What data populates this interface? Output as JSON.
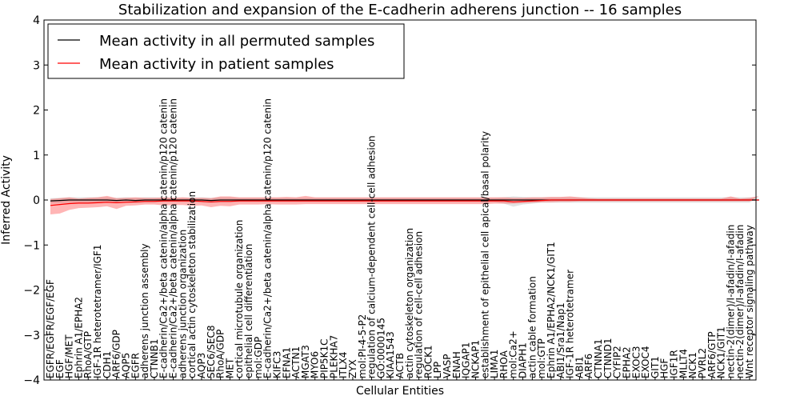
{
  "chart_data": {
    "type": "line",
    "title": "Stabilization and expansion of the E-cadherin adherens junction -- 16 samples",
    "xlabel": "Cellular Entities",
    "ylabel": "Inferred Activity",
    "ylim": [
      -4,
      4
    ],
    "yticks": [
      "−4",
      "−3",
      "−2",
      "−1",
      "0",
      "1",
      "2",
      "3",
      "4"
    ],
    "grid": false,
    "legend_position": "top-left",
    "categories": [
      "EGFR/EGFR/EGF/EGF",
      "EGF",
      "HGF/MET",
      "Ephrin A1/EPHA2",
      "RhoA/GTP",
      "IGF-1R heterotetramer/IGF1",
      "CDH1",
      "ARF6/GDP",
      "AQP5",
      "EGFR",
      "adherens junction assembly",
      "CTNNB1",
      "E-cadherin/Ca2+/beta catenin/alpha catenin/p120 catenin",
      "E-cadherin/Ca2+/beta catenin/alpha catenin/p120 catenin",
      "adherens junction organization",
      "cortical actin cytoskeleton stabilization",
      "AQP3",
      "SEC6/SEC8",
      "RhoA/GDP",
      "MET",
      "cortical microtubule organization",
      "epithelial cell differentiation",
      "mol:GDP",
      "E-cadherin/Ca2+/beta catenin/alpha catenin/p120 catenin",
      "KIFC3",
      "EFNA1",
      "ACTN1",
      "MGAT3",
      "MYO6",
      "PIP5K1C",
      "PLEKHA7",
      "ITLX4",
      "ZYX",
      "mol:PI-4-5-P2",
      "regulation of calcium-dependent cell-cell adhesion",
      "GO:0000145",
      "KIAA1543",
      "ACTB",
      "actin cytoskeleton organization",
      "regulation of cell-cell adhesion",
      "ROCK1",
      "LPP",
      "VASP",
      "ENAH",
      "IQGAP1",
      "NCKAP1",
      "establishment of epithelial cell apical/basal polarity",
      "LIMA1",
      "RHOA",
      "mol:Ca2+",
      "DIAPH1",
      "actin cable formation",
      "mol:GTP",
      "Ephrin A1/EPHA2/NCK1/GIT1",
      "ABI1/Sra1/Nap1",
      "IGF-1R heterotetramer",
      "ABI1",
      "ARF6",
      "CTNNA1",
      "CTNND1",
      "CYFIP2",
      "EPHA2",
      "EXOC3",
      "EXOC4",
      "GIT1",
      "HGF",
      "IGF1R",
      "MLLT4",
      "NCK1",
      "PVRL2",
      "ARF6/GTP",
      "NCK1/GIT1",
      "nectin-2(dimer)/I-afadin/I-afadin",
      "nectin-2(dimer)/I-afadin/I-afadin",
      "Wnt receptor signaling pathway"
    ],
    "series": [
      {
        "name": "Mean activity in all permuted samples",
        "color": "#000000",
        "values": [
          -0.02,
          -0.01,
          0,
          0,
          0,
          0,
          0,
          -0.01,
          0,
          -0.01,
          0,
          0,
          0,
          0,
          0,
          0,
          0,
          -0.01,
          0,
          0,
          0,
          0,
          0,
          0,
          0,
          0,
          0,
          0,
          0,
          0,
          0,
          0,
          0,
          0,
          0,
          0,
          0,
          0,
          0,
          0,
          0,
          0,
          0,
          0,
          0,
          0,
          0,
          0,
          0,
          0,
          0,
          0,
          0,
          0,
          0,
          0,
          0,
          0,
          0,
          0,
          0,
          0,
          0,
          0,
          0,
          0,
          0,
          0,
          0,
          0,
          0,
          0,
          0,
          0,
          0,
          0
        ],
        "band_low": [
          -0.08,
          -0.07,
          -0.06,
          -0.06,
          -0.06,
          -0.06,
          -0.06,
          -0.07,
          -0.06,
          -0.07,
          -0.06,
          -0.06,
          -0.05,
          -0.05,
          -0.05,
          -0.05,
          -0.06,
          -0.07,
          -0.06,
          -0.06,
          -0.05,
          -0.05,
          -0.05,
          -0.05,
          -0.05,
          -0.05,
          -0.05,
          -0.05,
          -0.05,
          -0.05,
          -0.05,
          -0.05,
          -0.05,
          -0.05,
          -0.05,
          -0.05,
          -0.05,
          -0.05,
          -0.05,
          -0.05,
          -0.05,
          -0.05,
          -0.05,
          -0.05,
          -0.05,
          -0.05,
          -0.05,
          -0.05,
          -0.08,
          -0.15,
          -0.1,
          -0.08,
          -0.06,
          -0.06,
          -0.06,
          -0.06,
          -0.06,
          -0.06,
          -0.06,
          -0.06,
          -0.06,
          -0.06,
          -0.06,
          -0.06,
          -0.06,
          -0.06,
          -0.06,
          -0.06,
          -0.06,
          -0.06,
          -0.06,
          -0.06,
          -0.06,
          -0.06,
          -0.06,
          -0.06
        ],
        "band_high": [
          0.04,
          0.05,
          0.06,
          0.06,
          0.06,
          0.06,
          0.06,
          0.05,
          0.06,
          0.05,
          0.06,
          0.06,
          0.05,
          0.05,
          0.05,
          0.05,
          0.06,
          0.05,
          0.06,
          0.06,
          0.05,
          0.05,
          0.05,
          0.05,
          0.05,
          0.05,
          0.05,
          0.05,
          0.05,
          0.05,
          0.05,
          0.05,
          0.05,
          0.05,
          0.05,
          0.05,
          0.05,
          0.05,
          0.05,
          0.05,
          0.05,
          0.05,
          0.05,
          0.05,
          0.05,
          0.05,
          0.05,
          0.05,
          0.06,
          0.08,
          0.07,
          0.06,
          0.06,
          0.06,
          0.06,
          0.06,
          0.06,
          0.06,
          0.06,
          0.06,
          0.06,
          0.06,
          0.06,
          0.06,
          0.06,
          0.06,
          0.06,
          0.06,
          0.06,
          0.06,
          0.06,
          0.06,
          0.06,
          0.06,
          0.06,
          0.06
        ]
      },
      {
        "name": "Mean activity in patient samples",
        "color": "#ff0000",
        "values": [
          -0.12,
          -0.1,
          -0.08,
          -0.07,
          -0.07,
          -0.06,
          -0.05,
          -0.06,
          -0.05,
          -0.04,
          -0.03,
          -0.03,
          -0.02,
          -0.02,
          -0.02,
          -0.02,
          -0.03,
          -0.04,
          -0.03,
          -0.03,
          -0.02,
          -0.02,
          -0.02,
          -0.02,
          -0.02,
          -0.02,
          -0.02,
          -0.02,
          -0.02,
          -0.02,
          -0.02,
          -0.02,
          -0.02,
          -0.02,
          -0.02,
          -0.02,
          -0.02,
          -0.02,
          -0.02,
          -0.02,
          -0.02,
          -0.02,
          -0.02,
          -0.02,
          -0.02,
          -0.02,
          -0.02,
          -0.02,
          -0.02,
          -0.04,
          -0.03,
          -0.02,
          -0.01,
          0,
          0,
          0,
          0,
          0,
          0,
          0,
          0,
          0,
          0,
          0,
          0,
          0,
          0,
          0,
          0,
          0,
          0,
          0,
          0,
          0,
          0,
          0
        ],
        "band_low": [
          -0.32,
          -0.3,
          -0.22,
          -0.18,
          -0.17,
          -0.16,
          -0.14,
          -0.2,
          -0.13,
          -0.12,
          -0.1,
          -0.1,
          -0.12,
          -0.11,
          -0.11,
          -0.13,
          -0.12,
          -0.16,
          -0.13,
          -0.14,
          -0.1,
          -0.1,
          -0.1,
          -0.09,
          -0.1,
          -0.1,
          -0.1,
          -0.09,
          -0.09,
          -0.09,
          -0.09,
          -0.09,
          -0.09,
          -0.09,
          -0.09,
          -0.09,
          -0.09,
          -0.09,
          -0.09,
          -0.09,
          -0.09,
          -0.09,
          -0.09,
          -0.09,
          -0.09,
          -0.09,
          -0.09,
          -0.08,
          -0.08,
          -0.08,
          -0.07,
          -0.06,
          -0.05,
          -0.05,
          -0.04,
          -0.04,
          -0.03,
          -0.03,
          -0.03,
          -0.03,
          -0.03,
          -0.03,
          -0.03,
          -0.03,
          -0.03,
          -0.03,
          -0.03,
          -0.03,
          -0.03,
          -0.03,
          -0.03,
          -0.03,
          -0.03,
          -0.03,
          -0.03,
          -0.03
        ],
        "band_high": [
          0.02,
          0.04,
          0.06,
          0.03,
          0.05,
          0.06,
          0.09,
          0.04,
          0.05,
          0.06,
          0.05,
          0.05,
          0.06,
          0.05,
          0.06,
          0.05,
          0.05,
          0.04,
          0.08,
          0.08,
          0.06,
          0.06,
          0.06,
          0.06,
          0.06,
          0.07,
          0.06,
          0.09,
          0.06,
          0.06,
          0.06,
          0.06,
          0.06,
          0.06,
          0.06,
          0.06,
          0.06,
          0.06,
          0.06,
          0.06,
          0.06,
          0.06,
          0.06,
          0.06,
          0.06,
          0.06,
          0.06,
          0.06,
          0.06,
          0.05,
          0.05,
          0.06,
          0.06,
          0.07,
          0.07,
          0.08,
          0.06,
          0.04,
          0.03,
          0.03,
          0.03,
          0.03,
          0.03,
          0.03,
          0.03,
          0.03,
          0.03,
          0.03,
          0.03,
          0.03,
          0.03,
          0.03,
          0.08,
          0.03,
          0.05,
          0.09
        ]
      }
    ]
  }
}
